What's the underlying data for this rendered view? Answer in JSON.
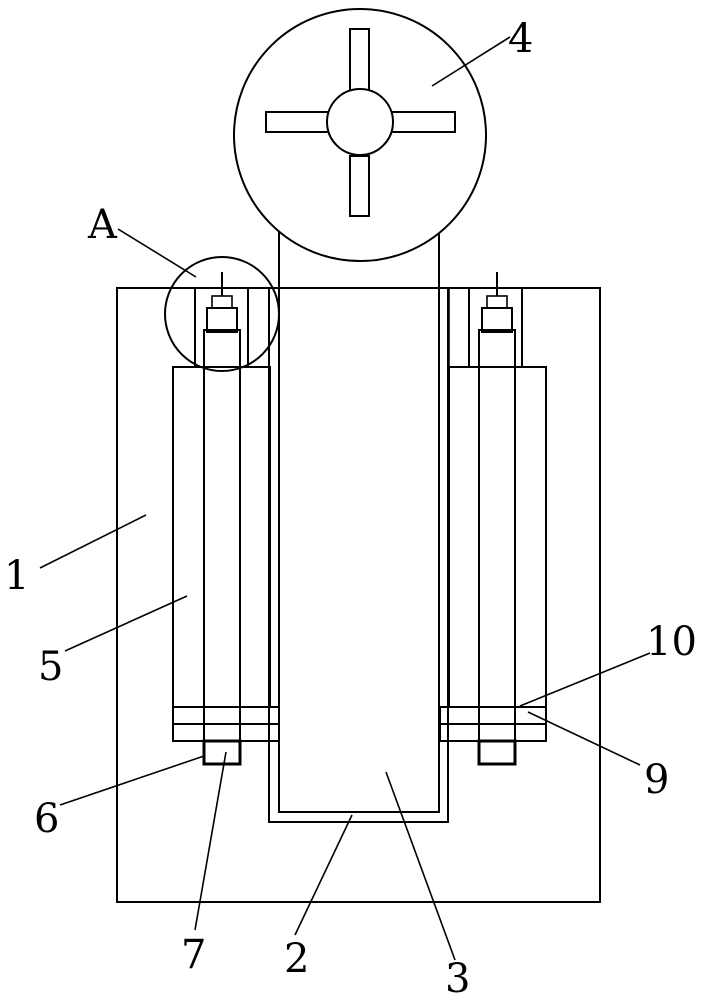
{
  "labels": {
    "body": "1",
    "groove": "2",
    "column": "3",
    "wheel": "4",
    "sleeve": "5",
    "collar": "6",
    "rod": "7",
    "ring": "9",
    "seat": "10",
    "detail": "A"
  }
}
